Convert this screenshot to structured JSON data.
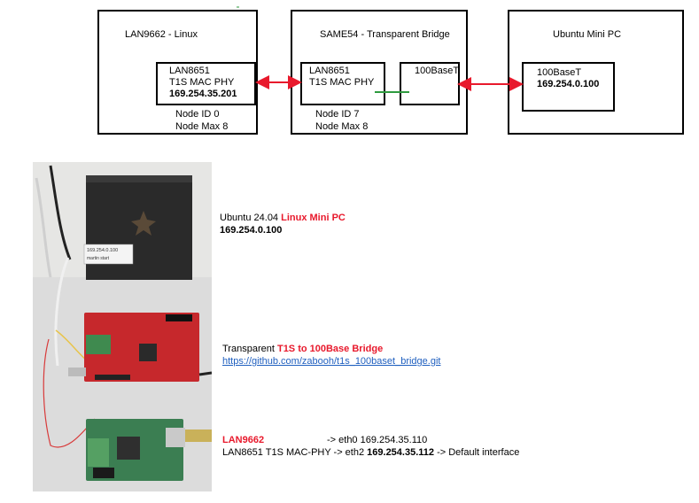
{
  "diagram": {
    "lan_box": {
      "title": "LAN9662 - Linux",
      "inner_l1": "LAN8651",
      "inner_l2": "T1S MAC PHY",
      "ip": "169.254.35.201",
      "node_id": "Node ID 0",
      "node_max": "Node Max 8"
    },
    "same_box": {
      "title": "SAME54 - Transparent Bridge",
      "inner_l1": "LAN8651",
      "inner_l2": "T1S MAC PHY",
      "port": "100BaseT",
      "node_id": "Node ID 7",
      "node_max": "Node Max 8"
    },
    "ubuntu_box": {
      "title": "Ubuntu Mini PC",
      "port": "100BaseT",
      "ip": "169.254.0.100"
    },
    "arrow_color": "#e8192c",
    "bridge_link_color": "#2e9a3e"
  },
  "photo": {
    "label_ip": "169.254.0.100",
    "label_user": "martin start"
  },
  "notes": {
    "ubuntu": {
      "prefix": "Ubuntu 24.04 ",
      "highlight": "Linux Mini PC",
      "ip": "169.254.0.100"
    },
    "bridge": {
      "prefix": "Transparent ",
      "highlight": "T1S to 100Base Bridge",
      "link": "https://github.com/zabooh/t1s_100baset_bridge.git"
    },
    "lan": {
      "highlight": "LAN9662",
      "eth0": "-> eth0 169.254.35.110",
      "line2_prefix": "LAN8651 T1S MAC-PHY -> eth2 ",
      "line2_ip": "169.254.35.112",
      "line2_suffix": " -> Default interface"
    }
  }
}
